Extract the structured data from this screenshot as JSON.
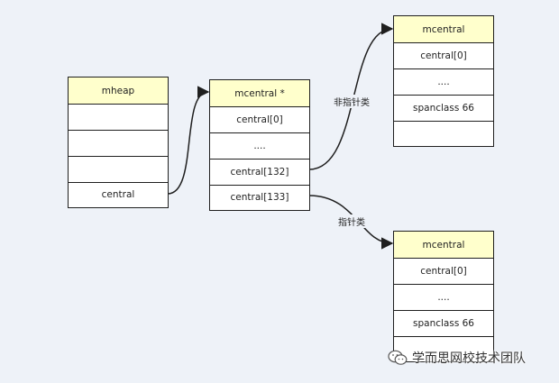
{
  "diagram": {
    "boxes": {
      "mheap": {
        "title": "mheap",
        "rows": [
          "",
          "",
          "",
          "central"
        ]
      },
      "mcentral_array": {
        "title": "mcentral *",
        "rows": [
          "central[0]",
          "....",
          "central[132]",
          "central[133]"
        ]
      },
      "mcentral_top": {
        "title": "mcentral",
        "rows": [
          "central[0]",
          "....",
          "spanclass 66",
          ""
        ]
      },
      "mcentral_bottom": {
        "title": "mcentral",
        "rows": [
          "central[0]",
          "....",
          "spanclass 66",
          ""
        ]
      }
    },
    "edges": {
      "noscan_label": "非指针类",
      "scan_label": "指针类"
    }
  },
  "watermark": {
    "text": "学而思网校技术团队",
    "icon": "wechat-icon"
  },
  "colors": {
    "header": "#ffffcc",
    "background": "#eef2f8",
    "stroke": "#1f1f1f"
  }
}
